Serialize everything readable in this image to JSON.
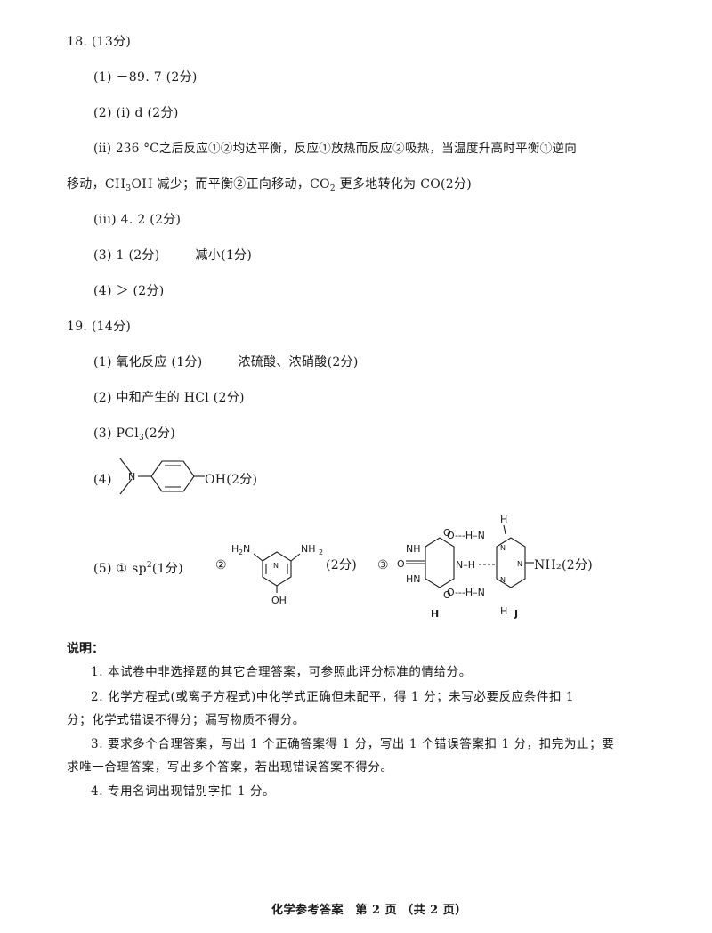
{
  "q18": {
    "header": "18. (13分)",
    "p1": "(1) －89. 7 (2分)",
    "p2i": "(2) (i) d (2分)",
    "p2ii_line1": "(ii) 236 °C之后反应①②均达平衡，反应①放热而反应②吸热，当温度升高时平衡①逆向",
    "p2ii_line2_a": "移动，CH",
    "p2ii_line2_sub1": "3",
    "p2ii_line2_b": "OH 减少；而平衡②正向移动，CO",
    "p2ii_line2_sub2": "2",
    "p2ii_line2_c": " 更多地转化为 CO(2分)",
    "p2iii": "(iii) 4. 2 (2分)",
    "p3_a": "(3) 1 (2分)",
    "p3_b": "减小(1分)",
    "p4": "(4) ＞ (2分)"
  },
  "q19": {
    "header": "19. (14分)",
    "p1_a": "(1) 氧化反应 (1分)",
    "p1_b": "浓硫酸、浓硝酸(2分)",
    "p2": "(2) 中和产生的 HCl (2分)",
    "p3_a": "(3) PCl",
    "p3_sub": "3",
    "p3_b": "(2分)",
    "p4_label": "(4)",
    "p4_oh": "OH(2分)",
    "p5_label": "(5) ① sp",
    "p5_sup": "2",
    "p5_after": "(1分)",
    "p5_circle2": "②",
    "p5_mol2_h2n": "H",
    "p5_mol2_h2n_sub": "2",
    "p5_mol2_h2n_n": "N",
    "p5_mol2_nh2": "NH",
    "p5_mol2_nh2_sub": "2",
    "p5_mol2_oh": "OH",
    "p5_mol2_n": "N",
    "p5_score2": "(2分)",
    "p5_circle3": "③",
    "p5_mol3_score": "NH₂(2分)",
    "p5_mol3_H_label": "H",
    "p5_mol3_J_label": "J",
    "p5_mol3_hn": "HN",
    "p5_mol3_nh": "NH",
    "p5_mol3_o": "O",
    "p5_mol3_o_eq": "O",
    "p5_mol3_n_h": "N–H",
    "p5_mol3_h": "H",
    "p5_mol3_n": "N",
    "p5_mol3_dash_oh": "O---H–N",
    "p5_mol3_dash_nh": "N–H---N"
  },
  "notes": {
    "title": "说明：",
    "n1": "1. 本试卷中非选择题的其它合理答案，可参照此评分标准的情给分。",
    "n2_line1": "2. 化学方程式(或离子方程式)中化学式正确但未配平，得 1 分；未写必要反应条件扣 1",
    "n2_line2": "分；化学式错误不得分；漏写物质不得分。",
    "n3_line1": "3. 要求多个合理答案，写出 1 个正确答案得 1 分，写出 1 个错误答案扣 1 分，扣完为止；要",
    "n3_line2": "求唯一合理答案，写出多个答案，若出现错误答案不得分。",
    "n4": "4. 专用名词出现错别字扣 1 分。"
  },
  "footer": "化学参考答案　第 2 页 （共 2 页）"
}
